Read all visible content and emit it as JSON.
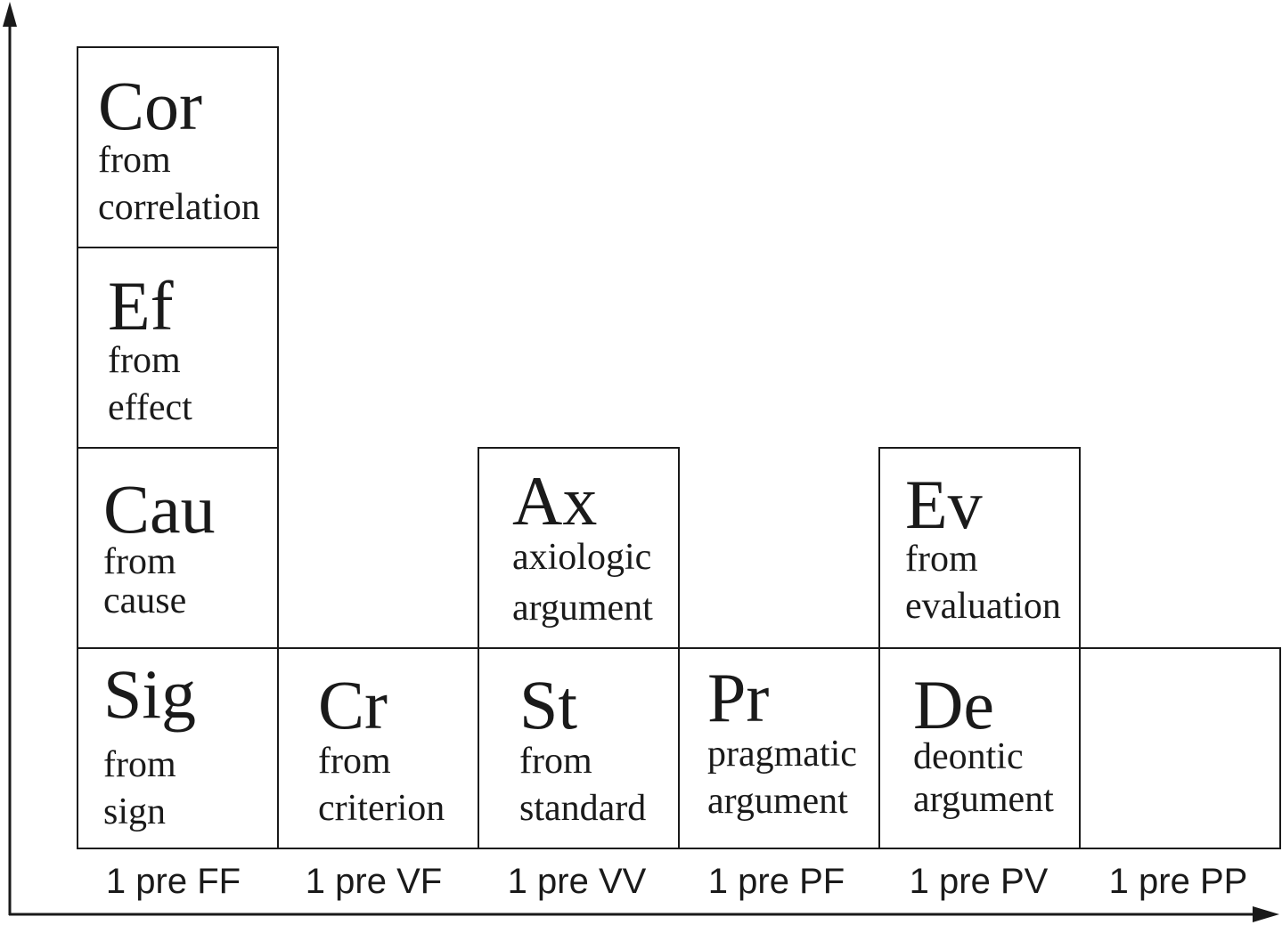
{
  "cells": {
    "cor": {
      "abbr": "Cor",
      "line1": "from",
      "line2": "correlation"
    },
    "ef": {
      "abbr": "Ef",
      "line1": "from",
      "line2": "effect"
    },
    "cau": {
      "abbr": "Cau",
      "line1": "from",
      "line2": "cause"
    },
    "sig": {
      "abbr": "Sig",
      "line1": "from",
      "line2": "sign"
    },
    "cr": {
      "abbr": "Cr",
      "line1": "from",
      "line2": "criterion"
    },
    "ax": {
      "abbr": "Ax",
      "line1": "axiologic",
      "line2": "argument"
    },
    "st": {
      "abbr": "St",
      "line1": "from",
      "line2": "standard"
    },
    "pr": {
      "abbr": "Pr",
      "line1": "pragmatic",
      "line2": "argument"
    },
    "ev": {
      "abbr": "Ev",
      "line1": "from",
      "line2": "evaluation"
    },
    "de": {
      "abbr": "De",
      "line1": "deontic",
      "line2": "argument"
    }
  },
  "categories": [
    "1 pre FF",
    "1 pre VF",
    "1 pre VV",
    "1 pre PF",
    "1 pre PV",
    "1 pre PP"
  ]
}
